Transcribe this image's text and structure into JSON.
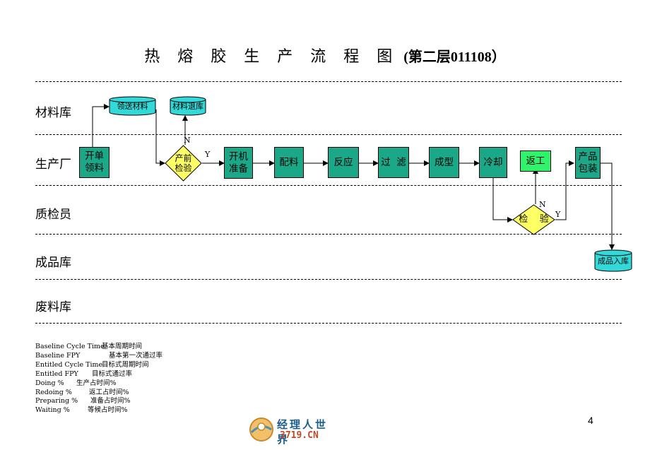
{
  "title": {
    "main": "热 熔 胶 生 产 流 程 图",
    "sub": "(第二层011108）"
  },
  "lanes": [
    "材料库",
    "生产厂",
    "质检员",
    "成品库",
    "废料库"
  ],
  "nodes": {
    "kaidan": "开单\n领料",
    "lingsong": "领送材料",
    "tuiku": "材料退库",
    "chanqian": "产前\n检验",
    "kaiji": "开机\n准备",
    "peiliao": "配料",
    "fanying": "反应",
    "guolv": "过  滤",
    "chengxing": "成型",
    "lengque": "冷却",
    "fangong": "返工",
    "chanpin": "产品\n包装",
    "jianyan": "检    验",
    "ruku": "成品入库"
  },
  "branch_labels": {
    "n1": "N",
    "y1": "Y",
    "n2": "N",
    "y2": "Y"
  },
  "legend": [
    {
      "term": "Baseline Cycle Time",
      "desc": "基本周期时间"
    },
    {
      "term": "Baseline FPY",
      "desc": "基本第一次通过率"
    },
    {
      "term": "Entitled Cycle Time",
      "desc": "目标式周期时间"
    },
    {
      "term": "Entitled FPY",
      "desc": "目标式通过率"
    },
    {
      "term": "Doing %",
      "desc": "生产占时间%"
    },
    {
      "term": "Redoing %",
      "desc": "返工占时间%"
    },
    {
      "term": "Preparing %",
      "desc": "准备占时间%"
    },
    {
      "term": "Waiting %",
      "desc": "等候占时间%"
    }
  ],
  "page_number": "4",
  "logo": {
    "text": "经理人世界",
    "url": "3719.CN"
  },
  "colors": {
    "process": "#1aa888",
    "rework": "#2ef36b",
    "storage": "#33d9d9",
    "decision": "#ffff66"
  }
}
